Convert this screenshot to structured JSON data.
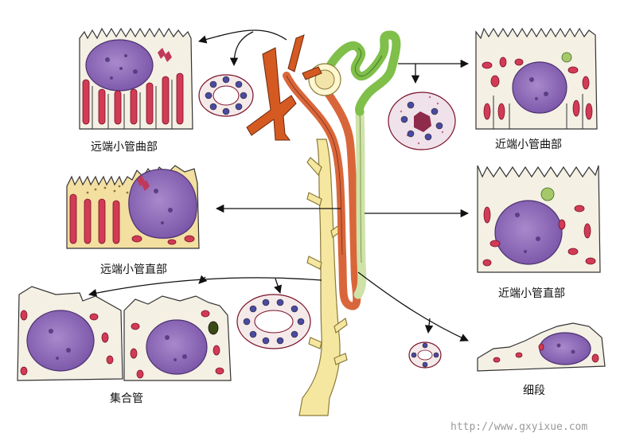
{
  "labels": {
    "distal_convoluted": "远端小管曲部",
    "proximal_convoluted": "近端小管曲部",
    "distal_straight": "远端小管直部",
    "proximal_straight": "近端小管直部",
    "collecting_duct": "集合管",
    "thin_segment": "细段"
  },
  "watermark": "http://www.gxyixue.com",
  "colors": {
    "nucleus": "#8e6bb4",
    "nucleus_dark": "#5b3f86",
    "mito": "#d23b55",
    "cytoplasm_yellow": "#f3dfa0",
    "cytoplasm_pale": "#f4f0e4",
    "collecting_duct_tube": "#f6e7a0",
    "distal_tube": "#d9663a",
    "proximal_tube": "#7fbf4a",
    "proximal_straight_tube": "#cfe2a8"
  }
}
